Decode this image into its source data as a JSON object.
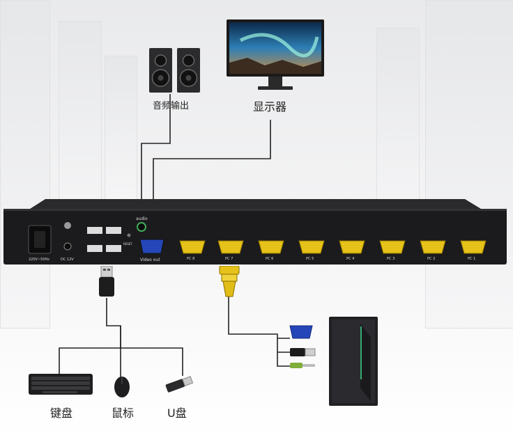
{
  "labels": {
    "audio_out": "音频输出",
    "monitor": "显示器",
    "keyboard": "键盘",
    "mouse": "鼠标",
    "usb_drive": "U盘"
  },
  "panel": {
    "power_label": "220V~50Hz",
    "dc_label": "DC 12V",
    "reset_label": "RESET",
    "audio_label": "audio",
    "video_out_label": "Video out",
    "ports": [
      "PC 8",
      "PC 7",
      "PC 6",
      "PC 5",
      "PC 4",
      "PC 3",
      "PC 2",
      "PC 1"
    ]
  },
  "colors": {
    "panel": "#1b1b1d",
    "vga_port": "#e6c21a",
    "video_out_port": "#2446b8",
    "cable": "#222222"
  },
  "icons": [
    "speaker-icon",
    "monitor-icon",
    "keyboard-icon",
    "mouse-icon",
    "usb-drive-icon",
    "pc-tower-icon",
    "vga-connector-icon",
    "usb-connector-icon",
    "audio-jack-icon"
  ]
}
